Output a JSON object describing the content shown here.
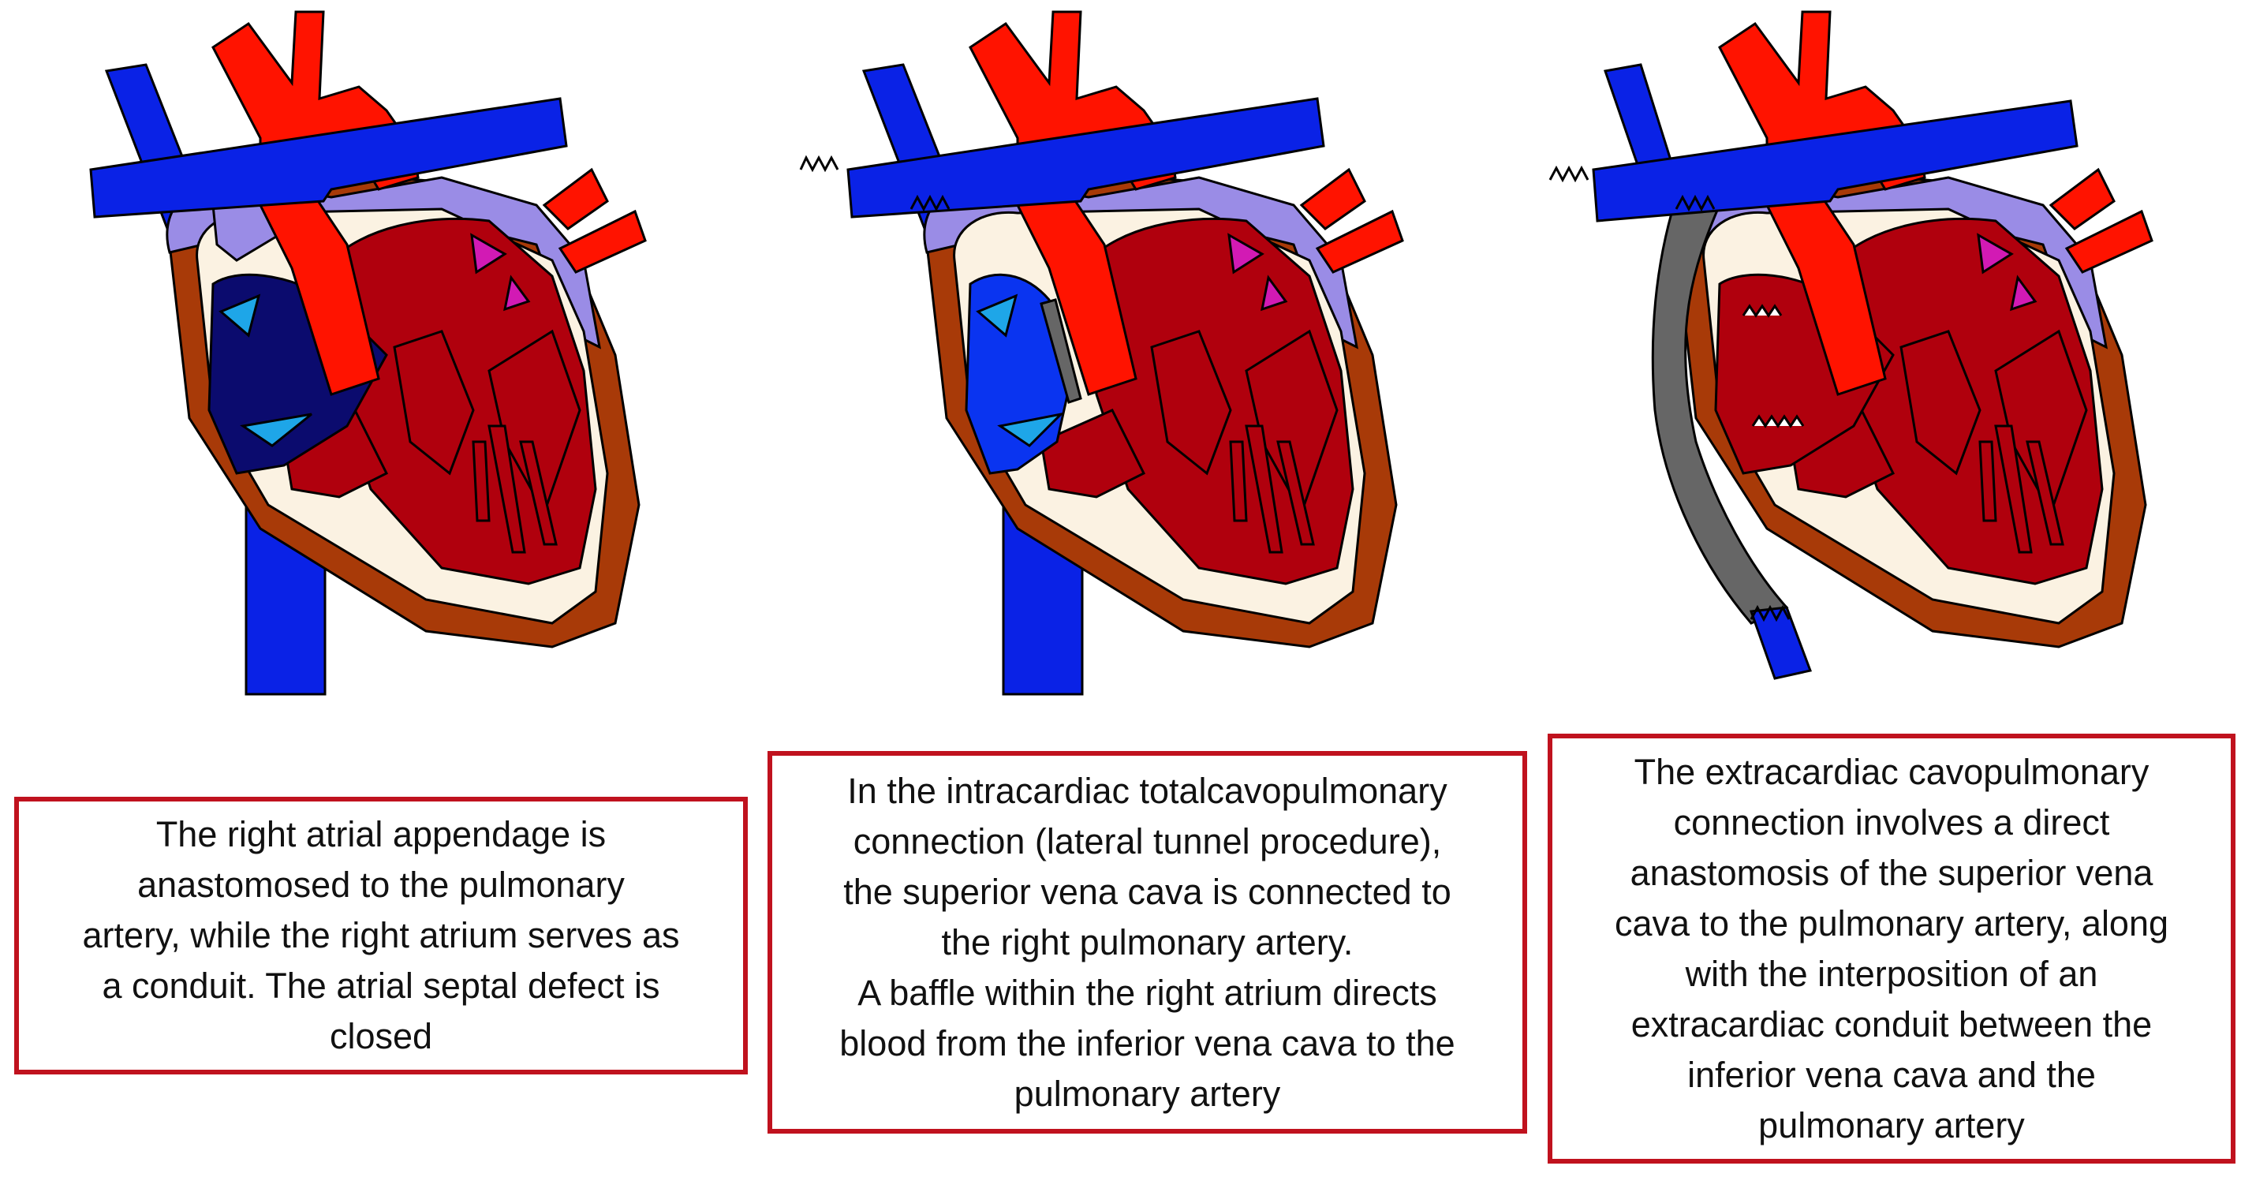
{
  "colors": {
    "vein_blue": "#0a22e6",
    "artery_red": "#ff1300",
    "muscle_red": "#b0000d",
    "atrium_dark": "#0b0b6e",
    "atrium_blue": "#0a34f0",
    "pericardium_lilac": "#9a8ce6",
    "endocardium_cream": "#fbf2e2",
    "epicardium_brown": "#a83a08",
    "valve_cyan": "#1ea6e8",
    "valve_magenta": "#d21ab4",
    "conduit_gray": "#666666",
    "caption_border": "#c0121e"
  },
  "panels": [
    {
      "variant": "appendage",
      "caption_lines": [
        "The right atrial appendage is",
        "anastomosed to the pulmonary",
        "artery, while the right atrium serves as",
        "a conduit. The atrial septal defect is",
        "closed"
      ]
    },
    {
      "variant": "lateral-tunnel",
      "caption_lines": [
        "In the intracardiac totalcavopulmonary",
        "connection (lateral tunnel procedure),",
        "the superior vena cava is connected to",
        "the right pulmonary artery.",
        "A baffle within the right atrium directs",
        "blood from the inferior vena cava to the",
        "pulmonary artery"
      ]
    },
    {
      "variant": "extracardiac",
      "caption_lines": [
        "The extracardiac cavopulmonary",
        "connection involves a direct",
        "anastomosis of the superior vena",
        "cava to the pulmonary artery, along",
        "with the interposition of an",
        "extracardiac conduit between the",
        "inferior vena cava and the",
        "pulmonary artery"
      ]
    }
  ]
}
